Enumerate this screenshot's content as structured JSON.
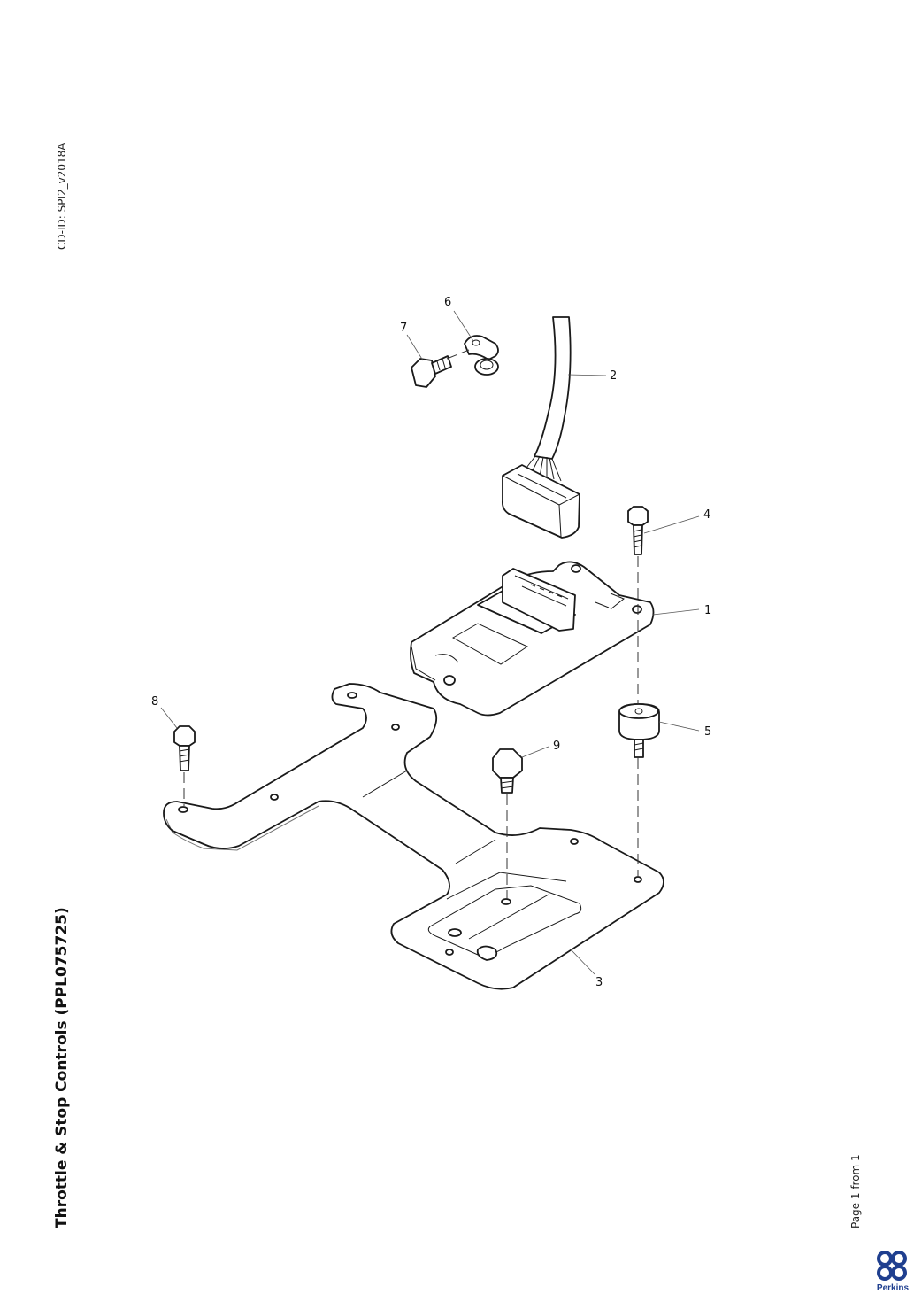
{
  "header": {
    "cd_id": "CD-ID: SPI2_v2018A",
    "title": "Throttle & Stop Controls (PPL075725)"
  },
  "footer": {
    "page_info": "Page 1 from 1",
    "logo_text": "Perkins"
  },
  "callouts": [
    "1",
    "2",
    "3",
    "4",
    "5",
    "6",
    "7",
    "8",
    "9"
  ]
}
